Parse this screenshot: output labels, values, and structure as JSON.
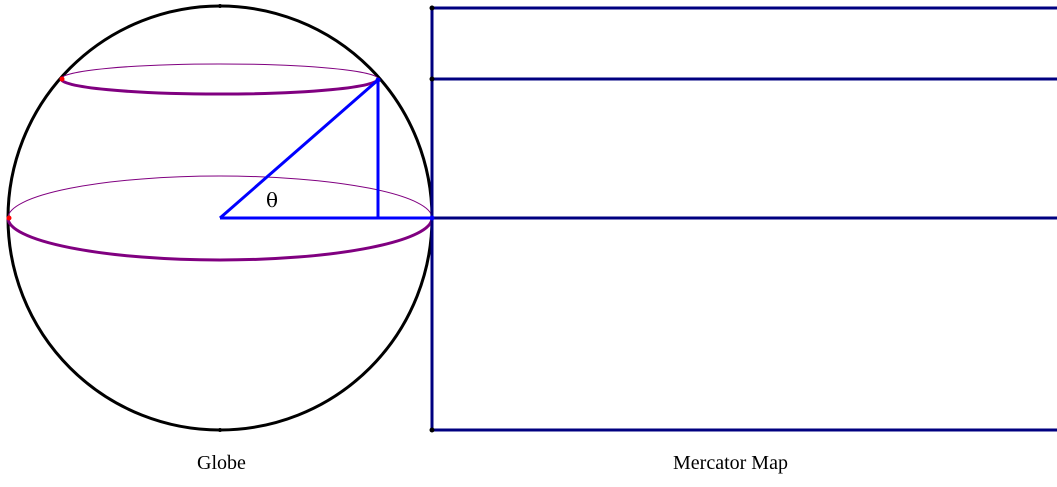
{
  "globe": {
    "caption": "Globe",
    "angle_label": "θ"
  },
  "map": {
    "caption": "Mercator Map"
  },
  "colors": {
    "sphere_outline": "#000000",
    "latitude_circles": "#800080",
    "triangle": "#0000ff",
    "map_lines": "#000080",
    "point_markers": "#ff0000"
  }
}
